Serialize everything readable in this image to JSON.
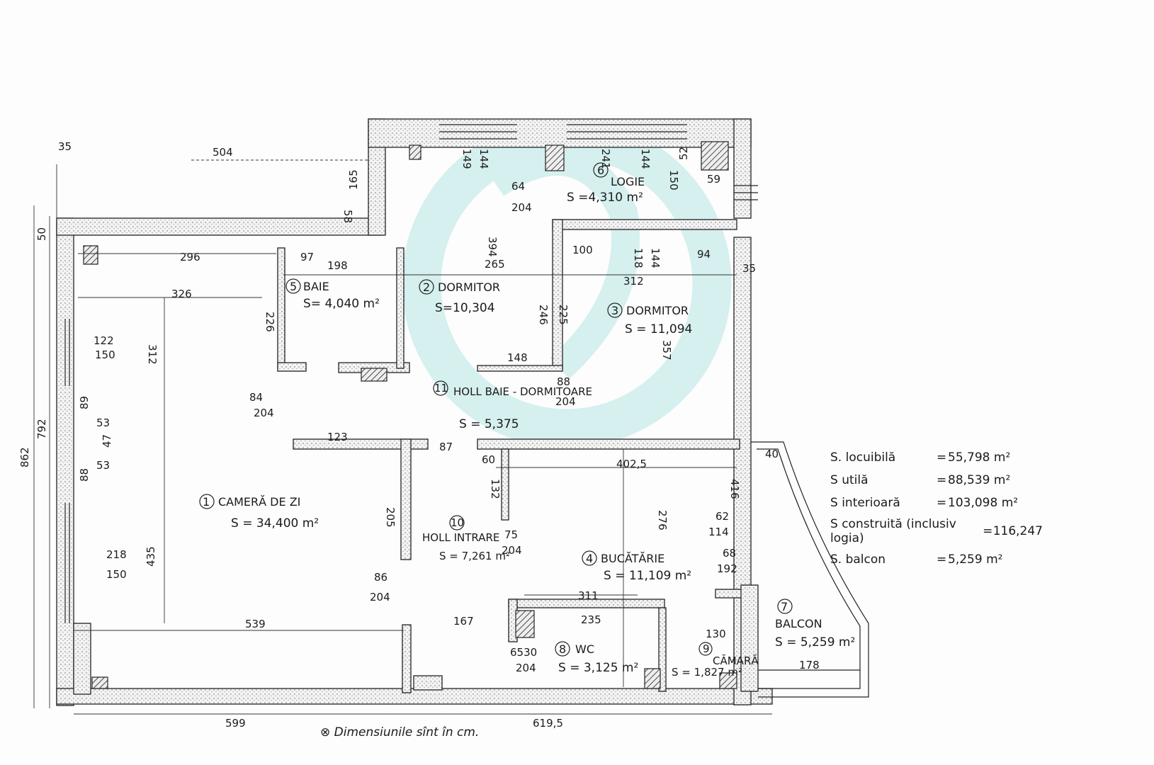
{
  "rooms": [
    {
      "id": "1",
      "name": "CAMERĂ DE ZI",
      "area": "S = 34,400 m²"
    },
    {
      "id": "2",
      "name": "DORMITOR",
      "area": "S=10,304"
    },
    {
      "id": "3",
      "name": "DORMITOR",
      "area": "S = 11,094"
    },
    {
      "id": "4",
      "name": "BUCĂTĂRIE",
      "area": "S = 11,109 m²"
    },
    {
      "id": "5",
      "name": "BAIE",
      "area": "S= 4,040 m²"
    },
    {
      "id": "6",
      "name": "LOGIE",
      "area": "S =4,310 m²"
    },
    {
      "id": "7",
      "name": "BALCON",
      "area": "S = 5,259 m²"
    },
    {
      "id": "8",
      "name": "WC",
      "area": "S = 3,125 m²"
    },
    {
      "id": "9",
      "name": "CĂMARĂ",
      "area": "S = 1,827 m²"
    },
    {
      "id": "10",
      "name": "HOLL INTRARE",
      "area": "S = 7,261 m²"
    },
    {
      "id": "11",
      "name": "HOLL BAIE - DORMITOARE",
      "area": "S = 5,375"
    }
  ],
  "summary": [
    {
      "label": "S. locuibilă",
      "value": "55,798 m²"
    },
    {
      "label": "S utilă",
      "value": "88,539 m²"
    },
    {
      "label": "S interioară",
      "value": "103,098 m²"
    },
    {
      "label": "S construită (inclusiv logia)",
      "value": "116,247"
    },
    {
      "label": "S. balcon",
      "value": "5,259 m²"
    }
  ],
  "note": "⊗ Dimensiunile sînt în cm.",
  "dimensions": {
    "top_504": "504",
    "top_35": "35",
    "left_50": "50",
    "left_862": "862",
    "left_792": "792",
    "d296": "296",
    "d326": "326",
    "d312a": "312",
    "d122": "122",
    "d150a": "150",
    "d89": "89",
    "d53a": "53",
    "d47": "47",
    "d53b": "53",
    "d88": "88",
    "d218": "218",
    "d150b": "150",
    "d435": "435",
    "d539": "539",
    "d167": "167",
    "d599": "599",
    "d619": "619,5",
    "d86": "86",
    "d204a": "204",
    "d84": "84",
    "d204b": "204",
    "d97": "97",
    "d198": "198",
    "d226": "226",
    "d265": "265",
    "d394": "394",
    "d246": "246",
    "d225": "225",
    "d148": "148",
    "d100": "100",
    "d118": "118",
    "d144a": "144",
    "d94": "94",
    "d312b": "312",
    "d357": "357",
    "d88b": "88",
    "d204c": "204",
    "d402": "402,5",
    "d60": "60",
    "d123": "123",
    "d132": "132",
    "d205": "205",
    "d276": "276",
    "d311": "311",
    "d235": "235",
    "d130": "130",
    "d62": "62",
    "d114": "114",
    "d68": "68",
    "d192": "192",
    "d178": "178",
    "d64": "64",
    "d204d": "204",
    "d149": "149",
    "d144b": "144",
    "d241": "241",
    "d144c": "144",
    "d150c": "150",
    "d52": "52",
    "d59": "59",
    "d75": "75",
    "d204e": "204",
    "d6530": "6530",
    "d204f": "204",
    "d40": "40",
    "d35r": "35",
    "d416": "416",
    "d165": "165",
    "d58": "58",
    "d87": "87"
  }
}
